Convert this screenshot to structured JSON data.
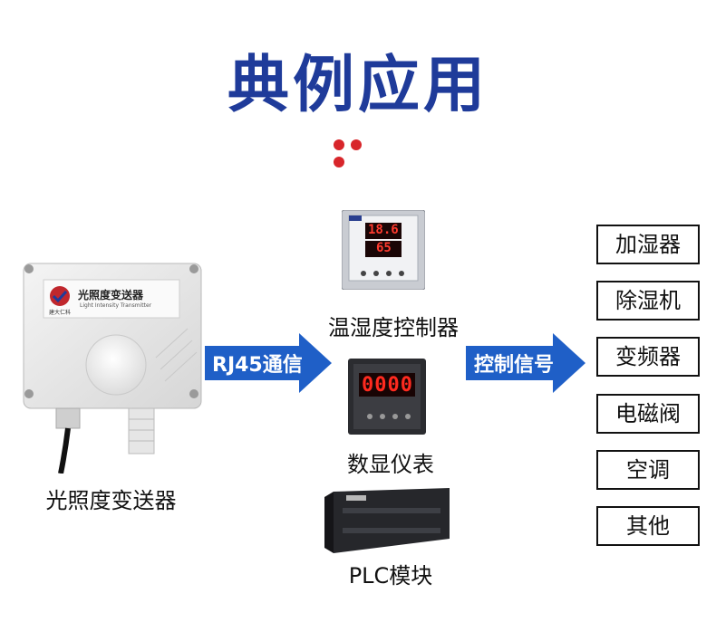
{
  "title": "典例应用",
  "transmitter": {
    "label": "光照度变送器",
    "panel_title": "光照度变送器",
    "panel_subtitle": "Light Intensity Transmitter",
    "logo_caption": "建大仁科"
  },
  "arrow_left": {
    "label": "RJ45通信"
  },
  "arrow_right": {
    "label": "控制信号"
  },
  "middle": [
    {
      "label": "温湿度控制器",
      "reading_top": "18.6",
      "reading_bottom": "65"
    },
    {
      "label": "数显仪表",
      "reading": "0000"
    },
    {
      "label": "PLC模块"
    }
  ],
  "outputs": [
    "加湿器",
    "除湿机",
    "变频器",
    "电磁阀",
    "空调",
    "其他"
  ],
  "colors": {
    "title": "#1f3b9a",
    "arrow": "#1f5fc7",
    "dots": "#d8262b"
  }
}
